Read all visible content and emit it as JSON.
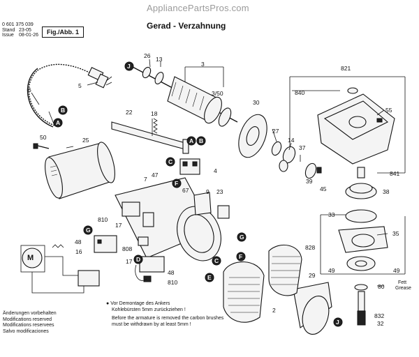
{
  "header": {
    "watermark": "AppliancePartsPros.com",
    "doc_number": "0 601 375 039",
    "stand_label": "Stand",
    "stand_value": "23-05",
    "issue_label": "Issue",
    "issue_value": "08-01-26",
    "figure_label": "Fig./Abb. 1",
    "title": "Gerad - Verzahnung"
  },
  "callouts": {
    "A": "A",
    "B": "B",
    "C": "C",
    "D": "D",
    "E": "E",
    "F": "F",
    "G": "G",
    "J": "J"
  },
  "part_numbers": {
    "p3": "3",
    "p3_50": "3/50",
    "p5": "5",
    "p6": "6",
    "p13": "13",
    "p14": "14",
    "p16": "16",
    "p17": "17",
    "p17b": "17",
    "p18": "18",
    "p22": "22",
    "p23": "23",
    "p25": "25",
    "p26": "26",
    "p27": "27",
    "p29": "29",
    "p30": "30",
    "p32": "32",
    "p33": "33",
    "p35": "35",
    "p37": "37",
    "p38": "38",
    "p39": "39",
    "p45": "45",
    "p47": "47",
    "p48": "48",
    "p48b": "48",
    "p49a": "49",
    "p49b": "49",
    "p50": "50",
    "p55": "55",
    "p67": "67",
    "p7": "7",
    "p9": "9",
    "p4": "4",
    "p2": "2",
    "p80": "80",
    "p808": "808",
    "p810": "810",
    "p810b": "810",
    "p821": "821",
    "p828": "828",
    "p832": "832",
    "p840": "840",
    "p841": "841"
  },
  "notes": {
    "motor_symbol": "M",
    "grease_de": "Fett",
    "grease_en": "Grease",
    "changes": [
      "Änderungen vorbehalten",
      "Modifications reserved",
      "Modifications reservees",
      "Salvo modificaciones"
    ],
    "demount_de_1": "Vor Demontage des Ankers",
    "demount_de_2": "Kohlebürsten 5mm zurückziehen !",
    "demount_en_1": "Before the armature is removed the carbon brushes",
    "demount_en_2": "must be withdrawn by at least 5mm !"
  }
}
